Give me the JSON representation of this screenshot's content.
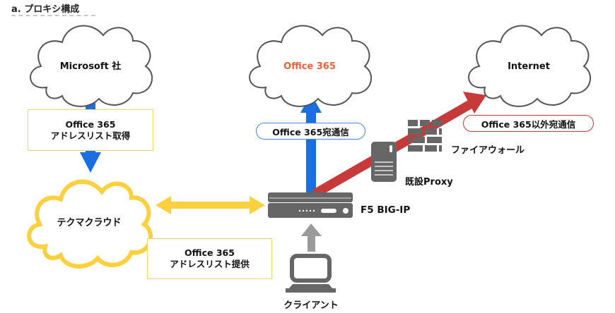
{
  "title": "a. プロキシ構成",
  "colors": {
    "blue_arrow": "#1a6fe0",
    "red_arrow": "#c73a3a",
    "yellow": "#fcd03f",
    "gray_device": "#666666",
    "gray_arrow": "#9a9a9a",
    "cloud_stroke": "#555555",
    "office_text": "#f0603a",
    "box_border": "#f7d46a",
    "blue_pill_border": "#4a86e8",
    "red_pill_border": "#c73a3a"
  },
  "nodes": {
    "microsoft": "Microsoft 社",
    "office365": "Office 365",
    "internet": "Internet",
    "tecmacloud": "テクマクラウド",
    "f5": "F5 BIG-IP",
    "proxy": "既設Proxy",
    "firewall": "ファイアウォール",
    "client": "クライアント"
  },
  "boxes": {
    "get_list": [
      "Office 365",
      "アドレスリスト取得"
    ],
    "provide_list": [
      "Office 365",
      "アドレスリスト提供"
    ]
  },
  "pills": {
    "office_traffic": "Office 365宛通信",
    "other_traffic": "Office 365以外宛通信"
  }
}
